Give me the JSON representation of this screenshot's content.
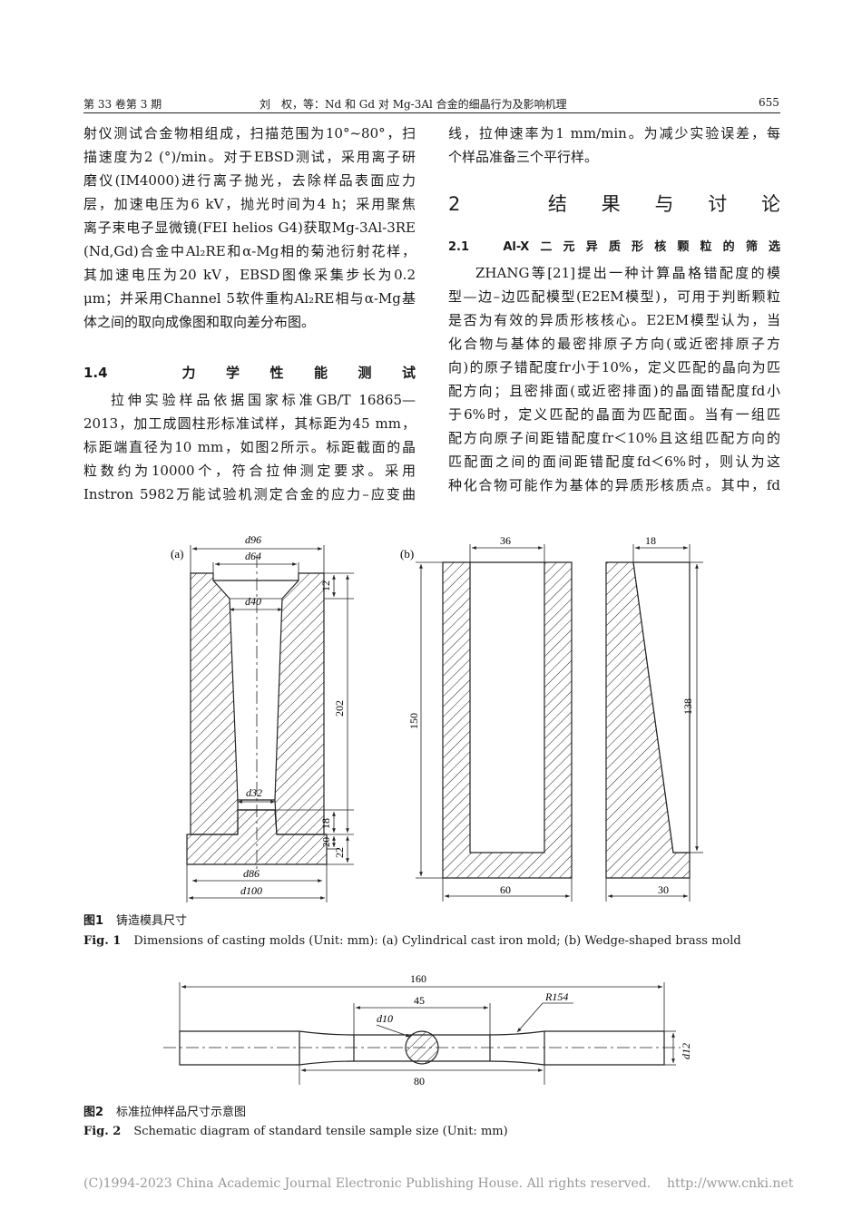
{
  "header": {
    "left": "第 33 卷第 3 期",
    "center": "刘　权，等：Nd 和 Gd 对 Mg-3Al 合金的细晶行为及影响机理",
    "page": "655"
  },
  "left_col": {
    "lines1": [
      "射仪测试合金物相组成，扫描范围为10°~80°，扫",
      "描速度为2 (°)/min。对于EBSD测试，采用离子研",
      "磨仪(IM4000)进行离子抛光，去除样品表面应力",
      "层，加速电压为6 kV，抛光时间为4 h；采用聚焦",
      "离子束电子显微镜(FEI helios G4)获取Mg-3Al-3RE",
      "(Nd,Gd)合金中Al₂RE和α-Mg相的菊池衍射花样，",
      "其加速电压为20 kV，EBSD图像采集步长为0.2",
      "μm；并采用Channel 5软件重构Al₂RE相与α-Mg基",
      "体之间的取向成像图和取向差分布图。"
    ],
    "section_14": "1.4　力学性能测试",
    "lines2": [
      "拉伸实验样品依据国家标准GB/T 16865—",
      "2013，加工成圆柱形标准试样，其标距为45 mm，",
      "标距端直径为10 mm，如图2所示。标距截面的晶",
      "粒数约为10000个，符合拉伸测定要求。采用",
      "Instron 5982万能试验机测定合金的应力–应变曲"
    ]
  },
  "right_col": {
    "lines1": [
      "线，拉伸速率为1 mm/min。为减少实验误差，每",
      "个样品准备三个平行样。"
    ],
    "section_2": "2　结果与讨论",
    "section_21": "2.1　Al-X二元异质形核颗粒的筛选",
    "lines2": [
      "ZHANG等[21]提出一种计算晶格错配度的模",
      "型—边–边匹配模型(E2EM模型)，可用于判断颗粒",
      "是否为有效的异质形核核心。E2EM模型认为，当",
      "化合物与基体的最密排原子方向(或近密排原子方",
      "向)的原子错配度fr小于10%，定义匹配的晶向为匹",
      "配方向；且密排面(或近密排面)的晶面错配度fd小",
      "于6%时，定义匹配的晶面为匹配面。当有一组匹",
      "配方向原子间距错配度fr＜10%且这组匹配方向的",
      "匹配面之间的面间距错配度fd＜6%时，则认为这",
      "种化合物可能作为基体的异质形核质点。其中，fd"
    ]
  },
  "fig1": {
    "panel_a": "(a)",
    "panel_b": "(b)",
    "a_dims": {
      "top_outer": "d96",
      "top_inner": "d64",
      "cone_mid": "d40",
      "bottom_neck": "d32",
      "base_inner": "d86",
      "base_outer": "d100",
      "h12": "12",
      "h202": "202",
      "h18": "18",
      "h20": "20",
      "h22": "22"
    },
    "b_dims": {
      "inner_width": "36",
      "height": "150",
      "outer_width": "60",
      "side_top": "18",
      "side_height": "138",
      "side_width": "30"
    },
    "caption_cn_label": "图1",
    "caption_cn": "铸造模具尺寸",
    "caption_en_label": "Fig. 1",
    "caption_en": "Dimensions of casting molds (Unit: mm): (a) Cylindrical cast iron mold; (b) Wedge-shaped brass mold"
  },
  "fig2": {
    "total_length": "160",
    "gauge_length": "45",
    "gauge_dia": "d10",
    "radius": "R154",
    "end_dia": "d12",
    "parallel_length": "80",
    "caption_cn_label": "图2",
    "caption_cn": "标准拉伸样品尺寸示意图",
    "caption_en_label": "Fig. 2",
    "caption_en": "Schematic diagram of standard tensile sample size (Unit: mm)"
  },
  "footer": "(C)1994-2023 China Academic Journal Electronic Publishing House. All rights reserved.    http://www.cnki.net"
}
